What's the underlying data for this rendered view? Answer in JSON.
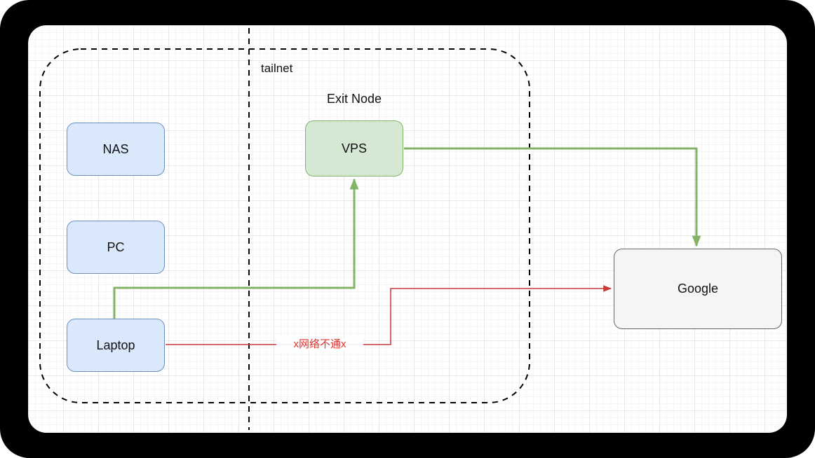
{
  "diagram": {
    "zone": {
      "tailnet_label": "tailnet"
    },
    "nodes": {
      "nas": {
        "label": "NAS"
      },
      "pc": {
        "label": "PC"
      },
      "laptop": {
        "label": "Laptop"
      },
      "vps": {
        "label": "VPS",
        "caption": "Exit Node"
      },
      "google": {
        "label": "Google"
      }
    },
    "edges": {
      "laptop_to_vps": {
        "type": "elbow-arrow",
        "color": "#82b366"
      },
      "vps_to_google": {
        "type": "elbow-arrow",
        "color": "#82b366"
      },
      "laptop_to_google_blocked": {
        "type": "elbow-arrow",
        "color": "#cc3b3b",
        "label": "x网络不通x"
      }
    },
    "colors": {
      "green_edge": "#82b366",
      "red_edge": "#cc3b3b",
      "red_label": "#e03131",
      "blue_node_fill": "#dae8fc",
      "blue_node_stroke": "#6c8ebf",
      "green_node_fill": "#d5e8d4",
      "green_node_stroke": "#82b366",
      "plain_node_fill": "#f5f5f5",
      "plain_node_stroke": "#666666",
      "boundary": "#000000"
    }
  }
}
